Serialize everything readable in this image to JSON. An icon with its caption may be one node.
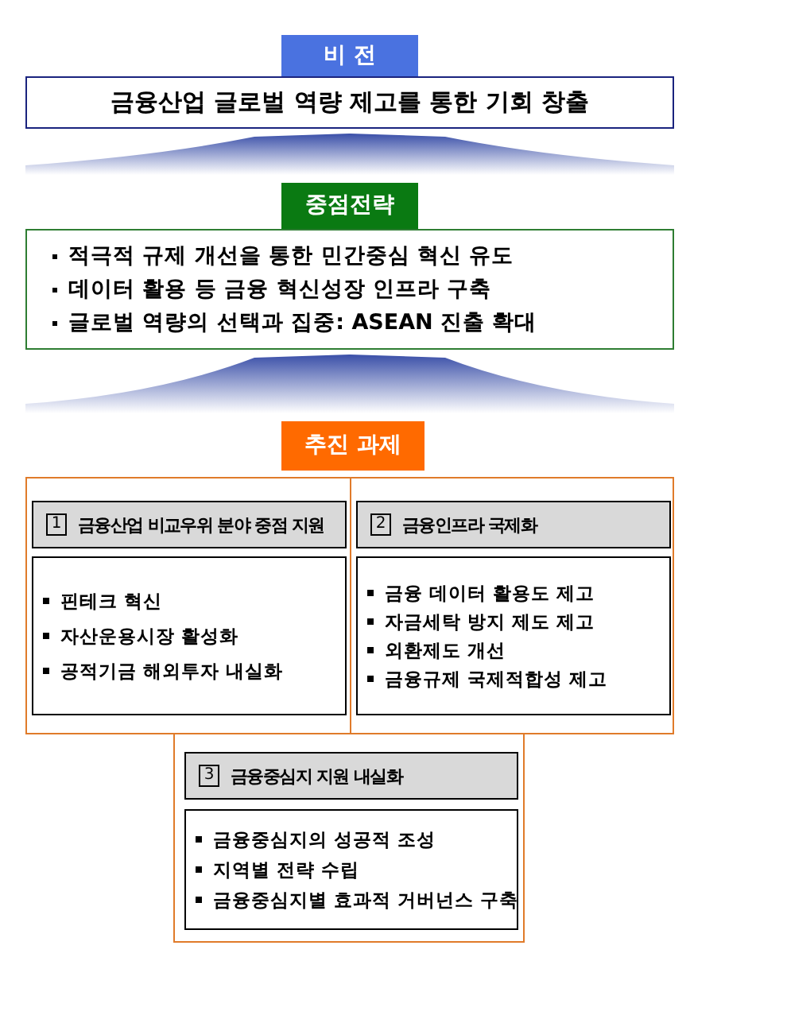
{
  "diagram": {
    "nodes": [
      {
        "text": [
          "비 전",
          "금융산업 글로벌 역량 제고를 통한 기회 창출"
        ]
      },
      {
        "text": [
          "중점전략",
          "적극적 규제 개선을 통한 민간중심 혁신 유도",
          "데이터 활용 등 금융 혁신성장 인프라 구축",
          "글로벌 역량의 선택과 집중: ASEAN 진출 확대"
        ]
      },
      {
        "text": [
          "추진 과제"
        ]
      },
      {
        "text": [
          "1",
          "금융산업 비교우위 분야 중점 지원"
        ],
        "in": 2
      },
      {
        "text": [
          "핀테크 혁신",
          "자산운용시장 활성화",
          "공적기금 해외투자 내실화"
        ],
        "in": 2
      },
      {
        "text": [
          "2",
          "금융인프라 국제화"
        ],
        "in": 2
      },
      {
        "text": [
          "금융 데이터 활용도 제고",
          "자금세탁 방지 제도 제고",
          "외환제도 개선",
          "금융규제 국제적합성 제고"
        ],
        "in": 2
      },
      {
        "text": [],
        "shape": "box"
      },
      {
        "text": [
          "3",
          "금융중심지 지원 내실화"
        ],
        "in": 7
      },
      {
        "text": [
          "금융중심지의 성공적 조성",
          "지역별 전략 수립",
          "금융중심지별 효과적 거버넌스 구축"
        ],
        "in": 7
      }
    ],
    "edges": [
      {
        "from": 1,
        "to": 0,
        "arrow": "to"
      },
      {
        "from": 2,
        "to": 1,
        "arrow": "to"
      }
    ]
  }
}
